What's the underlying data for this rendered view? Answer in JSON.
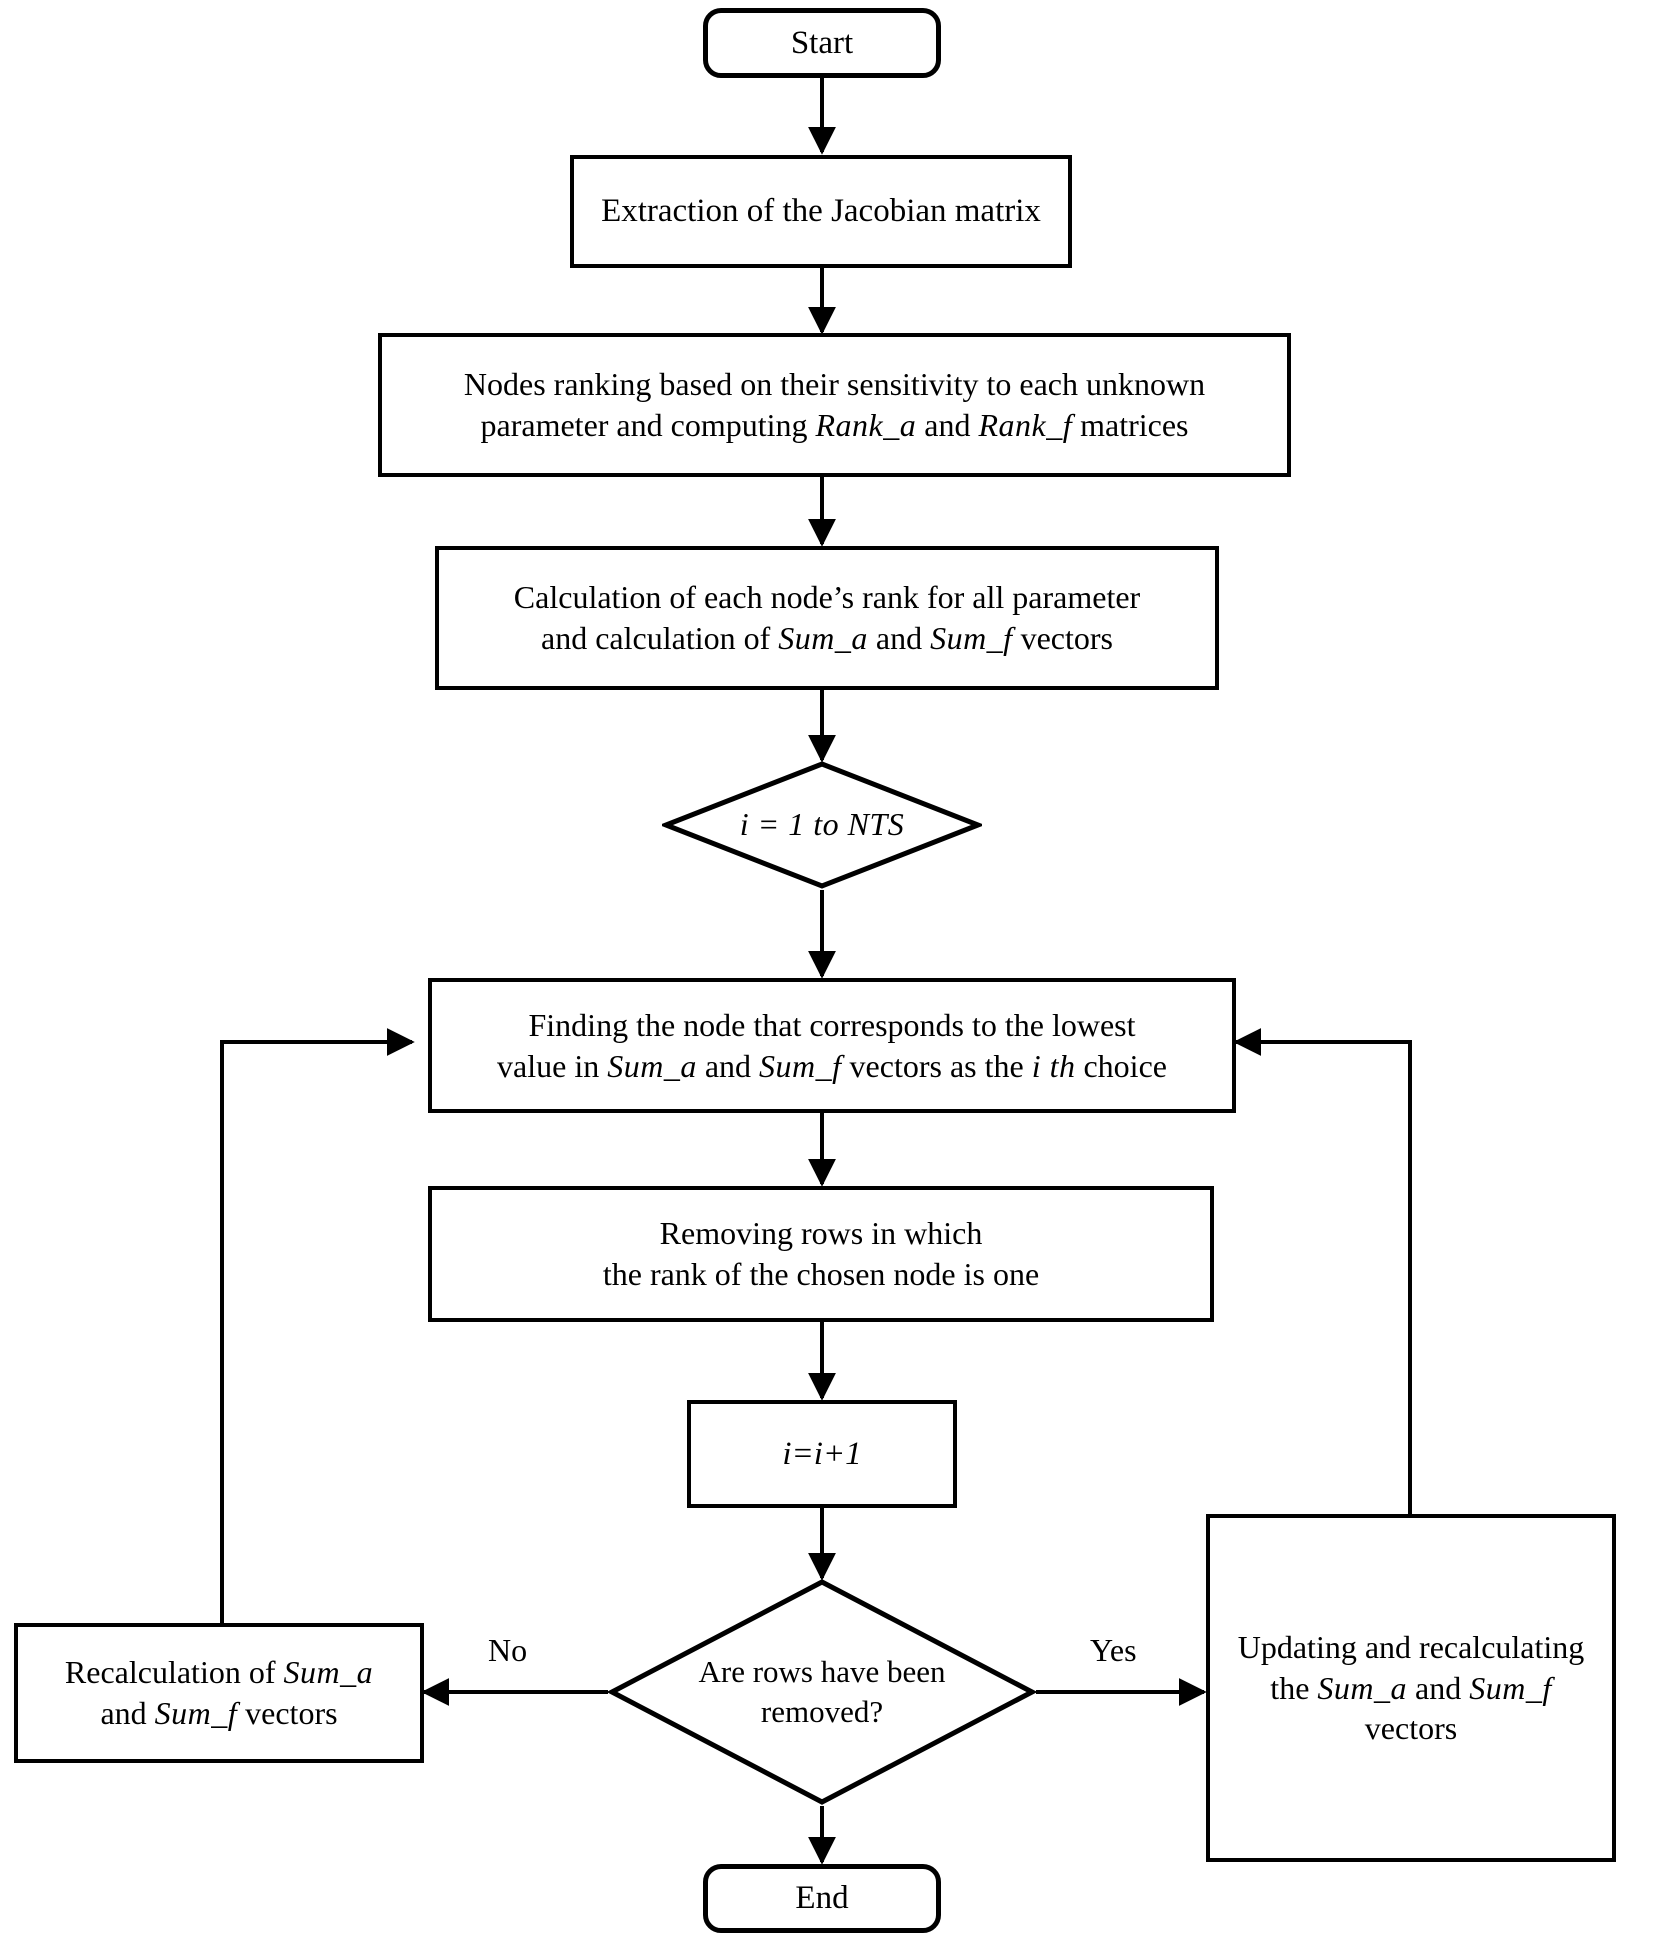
{
  "diagram": {
    "title": "Node selection algorithm flowchart",
    "stroke_color": "#000000",
    "background_color": "#ffffff",
    "text_color": "#000000"
  },
  "nodes": {
    "start": {
      "label": "Start",
      "shape": "terminal"
    },
    "jacobian": {
      "label": "Extraction of the Jacobian matrix",
      "shape": "process"
    },
    "ranking": {
      "line1": "Nodes ranking based on their sensitivity to each unknown",
      "line2_pre": "parameter and computing ",
      "line2_var1": "Rank_a",
      "line2_mid": " and ",
      "line2_var2": "Rank_f",
      "line2_post": "  matrices",
      "shape": "process"
    },
    "calc_rank": {
      "line1": "Calculation of each node’s rank for all parameter",
      "line2_pre": "and calculation of ",
      "line2_var1": "Sum_a",
      "line2_mid": " and ",
      "line2_var2": "Sum_f",
      "line2_post": "  vectors",
      "shape": "process"
    },
    "loop": {
      "label": "i = 1 to NTS",
      "shape": "diamond"
    },
    "finding": {
      "line1": "Finding the node that corresponds to the lowest",
      "line2_pre": "value in ",
      "line2_var1": "Sum_a",
      "line2_mid": " and ",
      "line2_var2": "Sum_f",
      "line2_post": " vectors as the ",
      "line2_var3": "i th",
      "line2_tail": " choice",
      "shape": "process"
    },
    "removing": {
      "line1": "Removing rows in which",
      "line2": "the rank of the chosen node is one",
      "shape": "process"
    },
    "increment": {
      "label": "i=i+1",
      "shape": "process"
    },
    "decision": {
      "line1": "Are rows have been",
      "line2": "removed?",
      "shape": "diamond"
    },
    "recalculation": {
      "line1_pre": "Recalculation of ",
      "line1_var": "Sum_a",
      "line2_pre": "and ",
      "line2_var": "Sum_f",
      "line2_post": " vectors",
      "shape": "process"
    },
    "updating": {
      "line1": "Updating and recalculating",
      "line2_pre": "the ",
      "line2_var1": "Sum_a",
      "line2_mid": " and ",
      "line2_var2": "Sum_f",
      "line3": "vectors",
      "shape": "process"
    },
    "end": {
      "label": "End",
      "shape": "terminal"
    }
  },
  "edge_labels": {
    "no": "No",
    "yes": "Yes"
  }
}
